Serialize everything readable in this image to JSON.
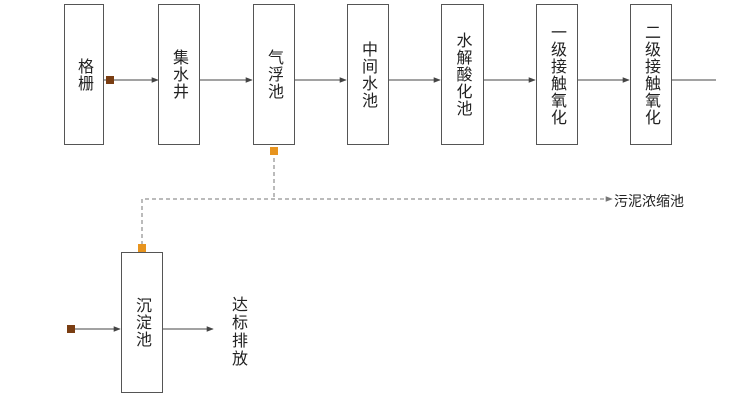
{
  "steps": [
    {
      "label": "格栅"
    },
    {
      "label": "集水井"
    },
    {
      "label": "气浮池"
    },
    {
      "label": "中间水池"
    },
    {
      "label": "水解酸化池"
    },
    {
      "label": "一级接触氧化"
    },
    {
      "label": "二级接触氧化"
    },
    {
      "label": "沉淀池"
    }
  ],
  "sludge_label": "污泥浓缩池",
  "discharge_label": "达标排放",
  "colors": {
    "dark_marker": "#7a3d12",
    "orange_marker": "#e7941f",
    "line": "#444444",
    "dash": "#777777"
  }
}
